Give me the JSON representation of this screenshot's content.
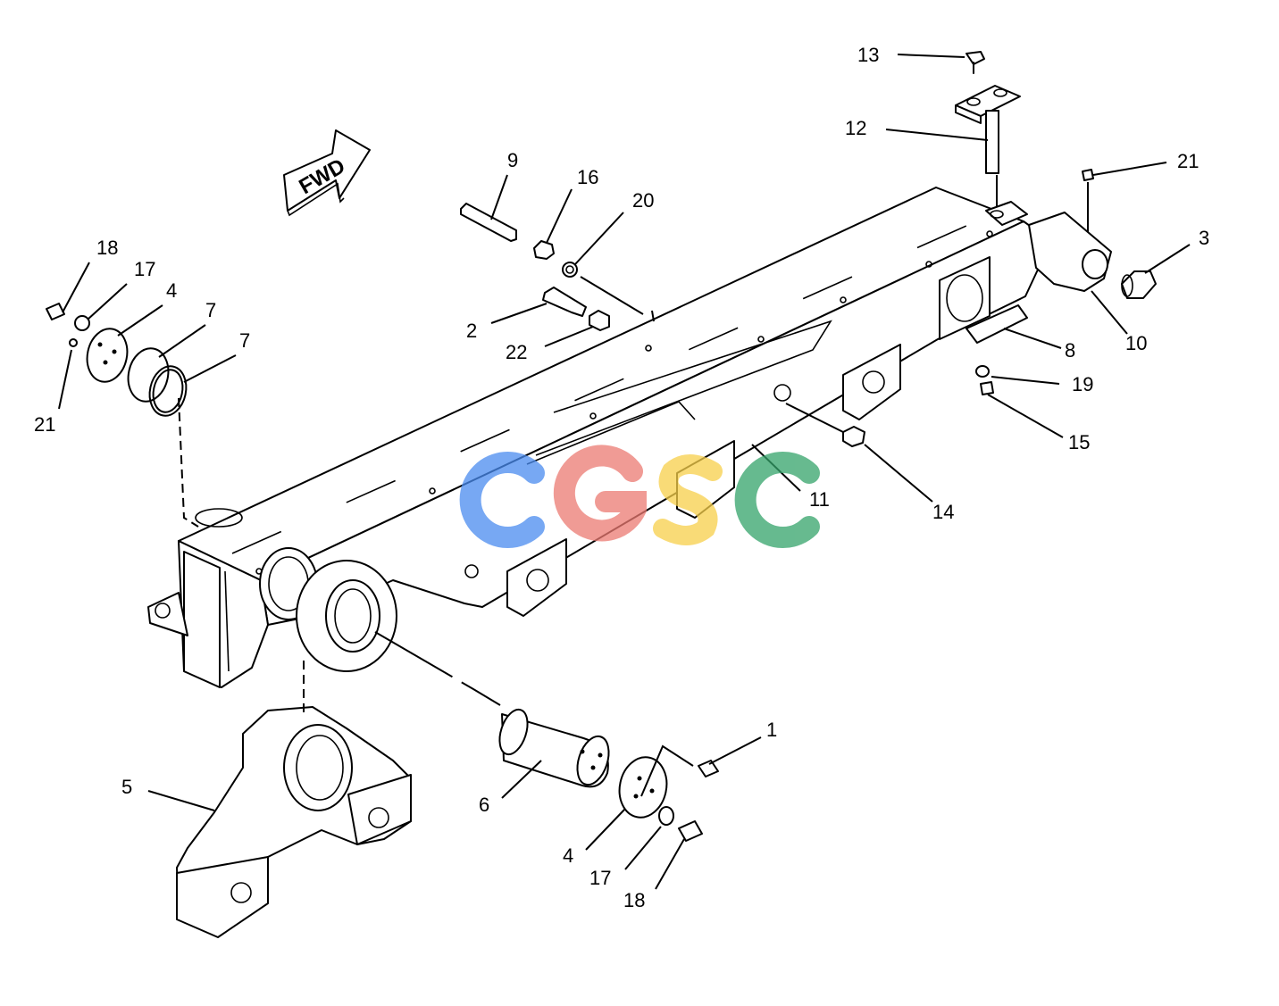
{
  "diagram": {
    "direction_arrow": {
      "label": "FWD"
    },
    "watermark": {
      "text": "CGSC",
      "colors": [
        "#4a8cf0",
        "#ec7a72",
        "#f7cf4a",
        "#34a36a"
      ]
    },
    "callouts": [
      {
        "id": "c13",
        "text": "13"
      },
      {
        "id": "c12",
        "text": "12"
      },
      {
        "id": "c21a",
        "text": "21"
      },
      {
        "id": "c3",
        "text": "3"
      },
      {
        "id": "c10",
        "text": "10"
      },
      {
        "id": "c8",
        "text": "8"
      },
      {
        "id": "c19",
        "text": "19"
      },
      {
        "id": "c15",
        "text": "15"
      },
      {
        "id": "c14",
        "text": "14"
      },
      {
        "id": "c11",
        "text": "11"
      },
      {
        "id": "c9",
        "text": "9"
      },
      {
        "id": "c16",
        "text": "16"
      },
      {
        "id": "c20",
        "text": "20"
      },
      {
        "id": "c2",
        "text": "2"
      },
      {
        "id": "c22",
        "text": "22"
      },
      {
        "id": "c18a",
        "text": "18"
      },
      {
        "id": "c17a",
        "text": "17"
      },
      {
        "id": "c4a",
        "text": "4"
      },
      {
        "id": "c7a",
        "text": "7"
      },
      {
        "id": "c7b",
        "text": "7"
      },
      {
        "id": "c21b",
        "text": "21"
      },
      {
        "id": "c5",
        "text": "5"
      },
      {
        "id": "c6",
        "text": "6"
      },
      {
        "id": "c1",
        "text": "1"
      },
      {
        "id": "c4b",
        "text": "4"
      },
      {
        "id": "c17b",
        "text": "17"
      },
      {
        "id": "c18b",
        "text": "18"
      }
    ]
  }
}
